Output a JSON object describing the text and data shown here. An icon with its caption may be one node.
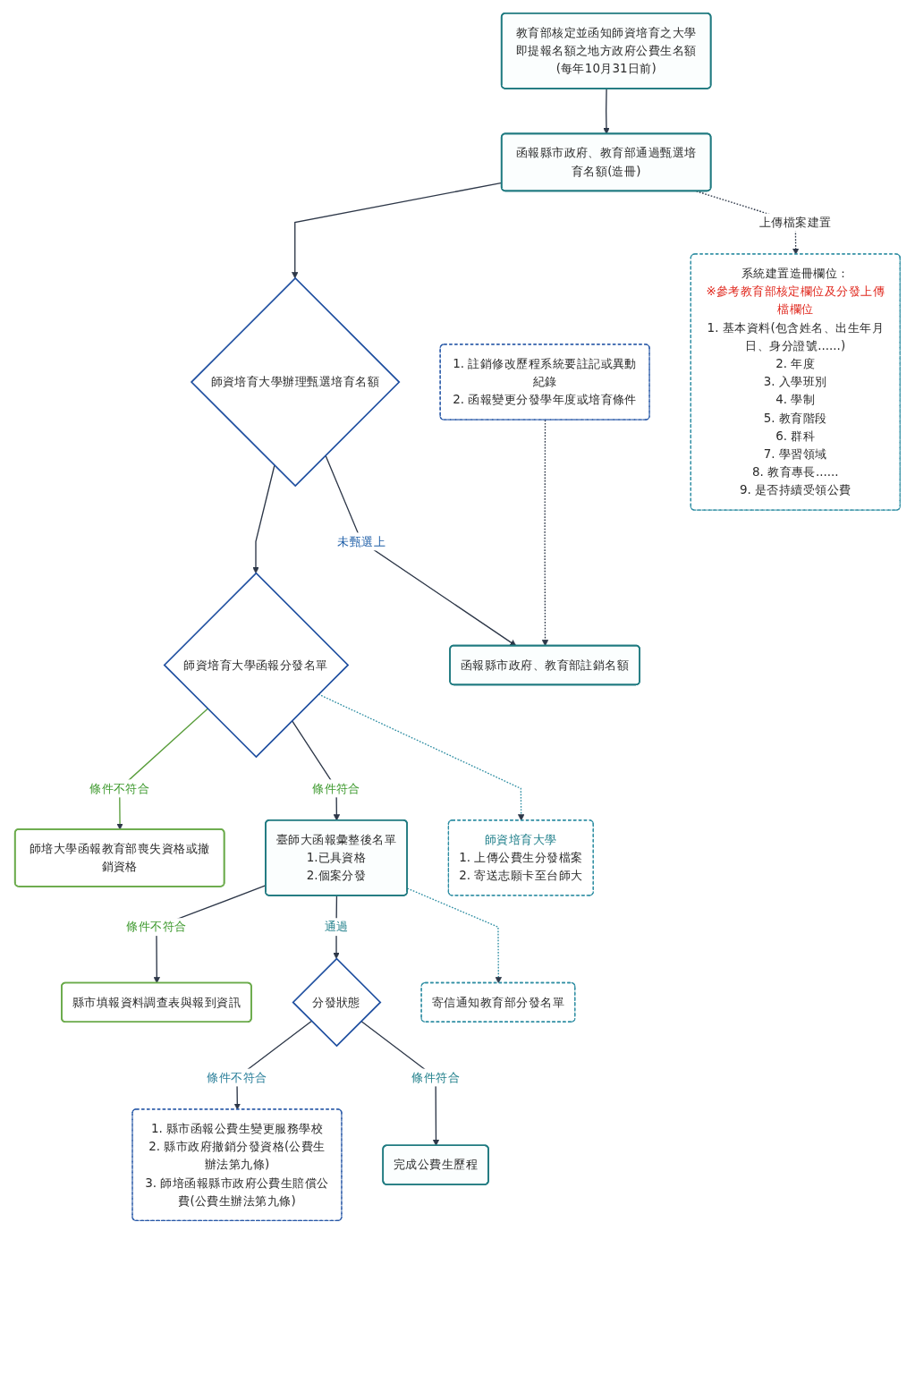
{
  "diagram": {
    "nodes": [
      {
        "text": [
          "教育部核定並函知師資培育之大學即提報名額之地方政府公費生名額(每年10月31日前)"
        ]
      },
      {
        "text": [
          "函報縣市政府、教育部通過甄選培育名額(造冊)"
        ]
      },
      {
        "text": [
          "系統建置造冊欄位：",
          "※參考教育部核定欄位及分發上傳檔欄位",
          "1. 基本資料(包含姓名、出生年月日、身分證號......)",
          "2. 年度",
          "3. 入學班別",
          "4. 學制",
          "5. 教育階段",
          "6. 群科",
          "7. 學習領域",
          "8. 教育專長......",
          "9. 是否持續受領公費"
        ]
      },
      {
        "text": [
          "師資培育大學辦理甄選培育名額"
        ]
      },
      {
        "text": [
          "函報縣市政府、教育部註銷名額"
        ]
      },
      {
        "text": [
          "1. 註銷修改歷程系統要註記或異動紀錄",
          "2. 函報變更分發學年度或培育條件"
        ]
      },
      {
        "text": [
          "師資培育大學函報分發名單"
        ]
      },
      {
        "text": [
          "師培大學函報教育部喪失資格或撤銷資格"
        ]
      },
      {
        "text": [
          "師資培育大學",
          "1. 上傳公費生分發檔案",
          "2. 寄送志願卡至台師大"
        ]
      },
      {
        "text": [
          "臺師大函報彙整後名單",
          "1.已具資格",
          "2.個案分發"
        ]
      },
      {
        "text": [
          "縣市填報資料調查表與報到資訊"
        ]
      },
      {
        "text": [
          "寄信通知教育部分發名單"
        ]
      },
      {
        "text": [
          "分發狀態"
        ]
      },
      {
        "text": [
          "1. 縣市函報公費生變更服務學校",
          "2. 縣市政府撤銷分發資格(公費生辦法第九條)",
          "3. 師培函報縣市政府公費生賠償公費(公費生辦法第九條)"
        ]
      },
      {
        "text": [
          "完成公費生歷程"
        ]
      }
    ],
    "edges": [
      {
        "from": 0,
        "to": 1,
        "arrow": "to"
      },
      {
        "from": 1,
        "to": 2,
        "arrow": "to",
        "label": "上傳檔案建置",
        "style": "dashed"
      },
      {
        "from": 1,
        "to": 3,
        "arrow": "to"
      },
      {
        "from": 3,
        "to": 4,
        "arrow": "to",
        "label": "未甄選上"
      },
      {
        "from": 5,
        "to": 4,
        "arrow": "to",
        "style": "dashed"
      },
      {
        "from": 3,
        "to": 6,
        "arrow": "to"
      },
      {
        "from": 6,
        "to": 7,
        "arrow": "to",
        "label": "條件不符合",
        "color": "#5a9e3c"
      },
      {
        "from": 6,
        "to": 8,
        "arrow": "to",
        "style": "dashed",
        "color": "#2f8ea3"
      },
      {
        "from": 6,
        "to": 9,
        "arrow": "to",
        "label": "條件符合"
      },
      {
        "from": 9,
        "to": 10,
        "arrow": "to",
        "label": "條件不符合"
      },
      {
        "from": 9,
        "to": 11,
        "arrow": "to",
        "style": "dashed",
        "color": "#2f8ea3"
      },
      {
        "from": 9,
        "to": 12,
        "arrow": "to",
        "label": "通過"
      },
      {
        "from": 12,
        "to": 13,
        "arrow": "to",
        "label": "條件不符合"
      },
      {
        "from": 12,
        "to": 14,
        "arrow": "to",
        "label": "條件符合"
      }
    ]
  }
}
